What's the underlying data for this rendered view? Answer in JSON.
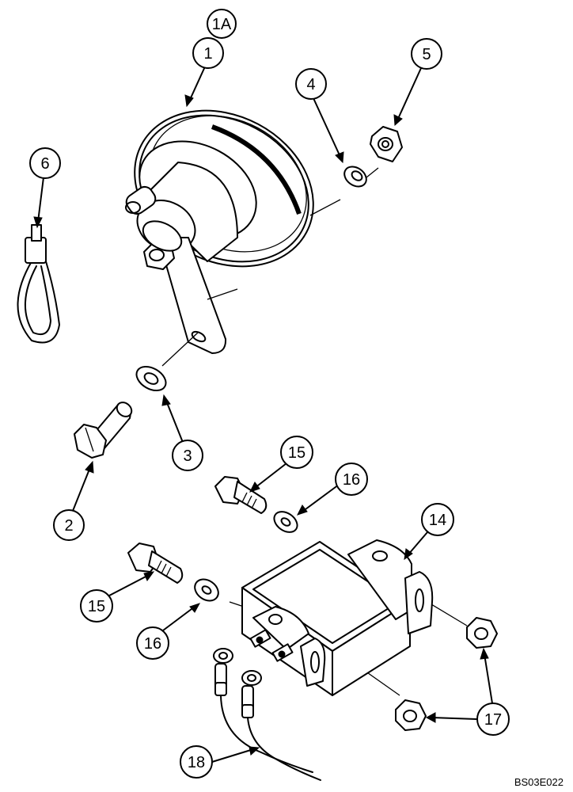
{
  "diagram": {
    "callouts": [
      {
        "id": "c1A",
        "label": "1A"
      },
      {
        "id": "c1",
        "label": "1"
      },
      {
        "id": "c2",
        "label": "2"
      },
      {
        "id": "c3",
        "label": "3"
      },
      {
        "id": "c4",
        "label": "4"
      },
      {
        "id": "c5",
        "label": "5"
      },
      {
        "id": "c6",
        "label": "6"
      },
      {
        "id": "c14",
        "label": "14"
      },
      {
        "id": "c15a",
        "label": "15"
      },
      {
        "id": "c15b",
        "label": "15"
      },
      {
        "id": "c16a",
        "label": "16"
      },
      {
        "id": "c16b",
        "label": "16"
      },
      {
        "id": "c17",
        "label": "17"
      },
      {
        "id": "c18",
        "label": "18"
      }
    ],
    "reference_code": "BS03E022"
  }
}
